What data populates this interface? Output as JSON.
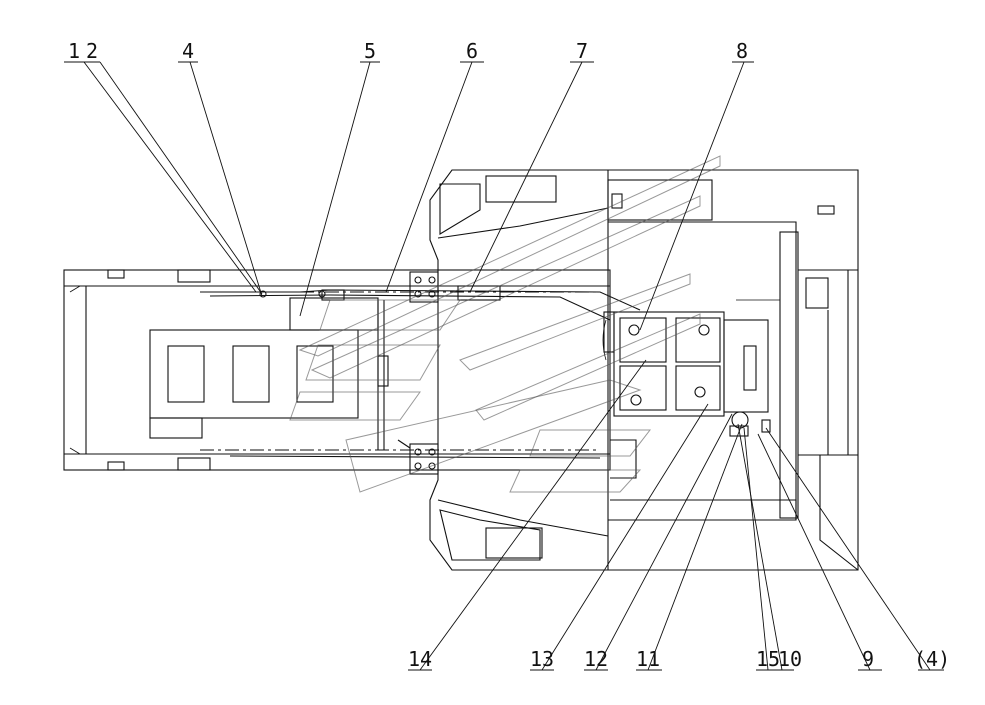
{
  "callouts": [
    {
      "id": "c1",
      "text": "1"
    },
    {
      "id": "c2",
      "text": "2"
    },
    {
      "id": "c4",
      "text": "4"
    },
    {
      "id": "c5",
      "text": "5"
    },
    {
      "id": "c6",
      "text": "6"
    },
    {
      "id": "c7",
      "text": "7"
    },
    {
      "id": "c8",
      "text": "8"
    },
    {
      "id": "c14",
      "text": "14"
    },
    {
      "id": "c13",
      "text": "13"
    },
    {
      "id": "c12",
      "text": "12"
    },
    {
      "id": "c11",
      "text": "11"
    },
    {
      "id": "c15",
      "text": "15"
    },
    {
      "id": "c10",
      "text": "10"
    },
    {
      "id": "c9",
      "text": "9"
    },
    {
      "id": "c4b",
      "text": "(4)"
    }
  ],
  "colors": {
    "line": "#111111",
    "background": "#ffffff",
    "watermark": "#555555"
  }
}
